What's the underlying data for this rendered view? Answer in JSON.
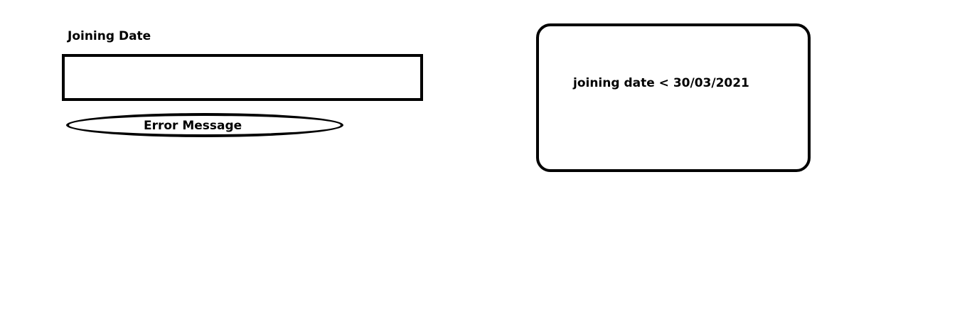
{
  "field": {
    "label": "Joining Date",
    "value": "",
    "placeholder": ""
  },
  "error": {
    "text": "Error Message"
  },
  "rule": {
    "text": "joining date < 30/03/2021"
  }
}
